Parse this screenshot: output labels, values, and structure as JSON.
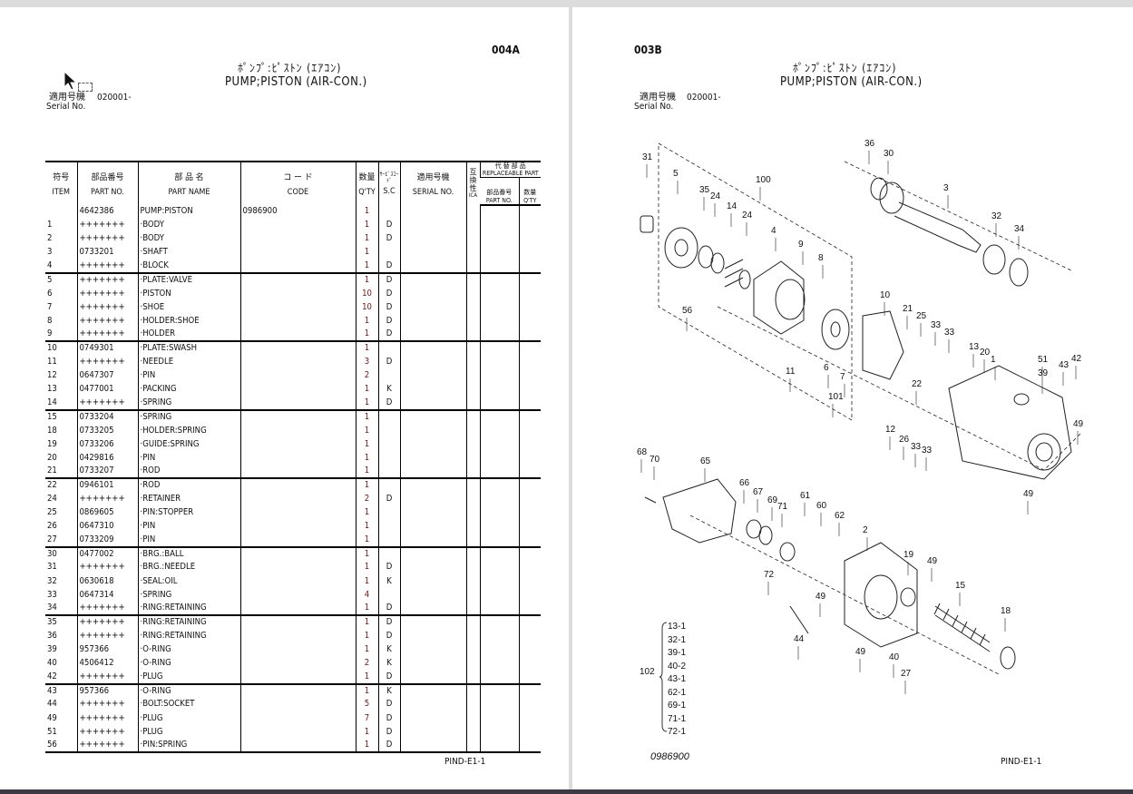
{
  "left_page": {
    "page_code": "004A",
    "title_jp": "ﾎﾟﾝﾌﾟ:ﾋﾟｽﾄﾝ (ｴｱｺﾝ)",
    "title_en": "PUMP;PISTON (AIR-CON.)",
    "serial_label_jp": "適用号機",
    "serial_value": "020001-",
    "serial_label_en": "Serial No.",
    "footer": "PIND-E1-1",
    "table": {
      "headers": {
        "item_jp": "符号",
        "item_en": "ITEM",
        "part_jp": "部品番号",
        "part_en": "PART NO.",
        "name_jp": "部 品 名",
        "name_en": "PART NAME",
        "code_jp": "コ ー ド",
        "code_en": "CODE",
        "qty_jp": "数量",
        "qty_en": "Q'TY",
        "sc_jp": "ｻｰﾋﾞｽｺｰﾄﾞ",
        "sc_en": "S.C",
        "serial_jp": "適用号機",
        "serial_en": "SERIAL NO.",
        "ica_jp": "互換性",
        "ica_en": "ICA",
        "rep_jp": "代 替 部 品",
        "rep_en": "REPLACEABLE PART",
        "rep_part_jp": "部品番号",
        "rep_part_en": "PART NO.",
        "rep_qty_jp": "数量",
        "rep_qty_en": "Q'TY"
      },
      "rows": [
        [
          "",
          "4642386",
          "PUMP:PISTON",
          "0986900",
          "1",
          ""
        ],
        [
          "1",
          "+++++++",
          "·BODY",
          "",
          "1",
          "D"
        ],
        [
          "2",
          "+++++++",
          "·BODY",
          "",
          "1",
          "D"
        ],
        [
          "3",
          "0733201",
          "·SHAFT",
          "",
          "1",
          ""
        ],
        [
          "4",
          "+++++++",
          "·BLOCK",
          "",
          "1",
          "D"
        ],
        [
          "5",
          "+++++++",
          "·PLATE:VALVE",
          "",
          "1",
          "D"
        ],
        [
          "6",
          "+++++++",
          "·PISTON",
          "",
          "10",
          "D"
        ],
        [
          "7",
          "+++++++",
          "·SHOE",
          "",
          "10",
          "D"
        ],
        [
          "8",
          "+++++++",
          "·HOLDER:SHOE",
          "",
          "1",
          "D"
        ],
        [
          "9",
          "+++++++",
          "·HOLDER",
          "",
          "1",
          "D"
        ],
        [
          "10",
          "0749301",
          "·PLATE:SWASH",
          "",
          "1",
          ""
        ],
        [
          "11",
          "+++++++",
          "·NEEDLE",
          "",
          "3",
          "D"
        ],
        [
          "12",
          "0647307",
          "·PIN",
          "",
          "2",
          ""
        ],
        [
          "13",
          "0477001",
          "·PACKING",
          "",
          "1",
          "K"
        ],
        [
          "14",
          "+++++++",
          "·SPRING",
          "",
          "1",
          "D"
        ],
        [
          "15",
          "0733204",
          "·SPRING",
          "",
          "1",
          ""
        ],
        [
          "18",
          "0733205",
          "·HOLDER:SPRING",
          "",
          "1",
          ""
        ],
        [
          "19",
          "0733206",
          "·GUIDE:SPRING",
          "",
          "1",
          ""
        ],
        [
          "20",
          "0429816",
          "·PIN",
          "",
          "1",
          ""
        ],
        [
          "21",
          "0733207",
          "·ROD",
          "",
          "1",
          ""
        ],
        [
          "22",
          "0946101",
          "·ROD",
          "",
          "1",
          ""
        ],
        [
          "24",
          "+++++++",
          "·RETAINER",
          "",
          "2",
          "D"
        ],
        [
          "25",
          "0869605",
          "·PIN:STOPPER",
          "",
          "1",
          ""
        ],
        [
          "26",
          "0647310",
          "·PIN",
          "",
          "1",
          ""
        ],
        [
          "27",
          "0733209",
          "·PIN",
          "",
          "1",
          ""
        ],
        [
          "30",
          "0477002",
          "·BRG.:BALL",
          "",
          "1",
          ""
        ],
        [
          "31",
          "+++++++",
          "·BRG.:NEEDLE",
          "",
          "1",
          "D"
        ],
        [
          "32",
          "0630618",
          "·SEAL:OIL",
          "",
          "1",
          "K"
        ],
        [
          "33",
          "0647314",
          "·SPRING",
          "",
          "4",
          ""
        ],
        [
          "34",
          "+++++++",
          "·RING:RETAINING",
          "",
          "1",
          "D"
        ],
        [
          "35",
          "+++++++",
          "·RING:RETAINING",
          "",
          "1",
          "D"
        ],
        [
          "36",
          "+++++++",
          "·RING:RETAINING",
          "",
          "1",
          "D"
        ],
        [
          "39",
          "957366",
          "·O-RING",
          "",
          "1",
          "K"
        ],
        [
          "40",
          "4506412",
          "·O-RING",
          "",
          "2",
          "K"
        ],
        [
          "42",
          "+++++++",
          "·PLUG",
          "",
          "1",
          "D"
        ],
        [
          "43",
          "957366",
          "·O-RING",
          "",
          "1",
          "K"
        ],
        [
          "44",
          "+++++++",
          "·BOLT:SOCKET",
          "",
          "5",
          "D"
        ],
        [
          "49",
          "+++++++",
          "·PLUG",
          "",
          "7",
          "D"
        ],
        [
          "51",
          "+++++++",
          "·PLUG",
          "",
          "1",
          "D"
        ],
        [
          "56",
          "+++++++",
          "·PIN:SPRING",
          "",
          "1",
          "D"
        ]
      ]
    }
  },
  "right_page": {
    "page_code": "003B",
    "title_jp": "ﾎﾟﾝﾌﾟ:ﾋﾟｽﾄﾝ (ｴｱｺﾝ)",
    "title_en": "PUMP;PISTON (AIR-CON.)",
    "serial_label_jp": "適用号機",
    "serial_value": "020001-",
    "serial_label_en": "Serial No.",
    "footer": "PIND-E1-1",
    "assembly_code": "0986900",
    "kit": {
      "label": "102",
      "items": [
        "13-1",
        "32-1",
        "39-1",
        "40-2",
        "43-1",
        "62-1",
        "69-1",
        "71-1",
        "72-1"
      ]
    },
    "callouts": [
      "31",
      "5",
      "100",
      "36",
      "30",
      "3",
      "35",
      "24",
      "14",
      "24",
      "4",
      "32",
      "34",
      "9",
      "8",
      "56",
      "10",
      "21",
      "25",
      "33",
      "33",
      "13",
      "20",
      "1",
      "51",
      "42",
      "43",
      "39",
      "11",
      "6",
      "7",
      "22",
      "101",
      "12",
      "26",
      "33",
      "33",
      "49",
      "68",
      "70",
      "65",
      "66",
      "67",
      "69",
      "71",
      "61",
      "60",
      "62",
      "2",
      "19",
      "49",
      "49",
      "72",
      "15",
      "18",
      "44",
      "49",
      "40",
      "27",
      "49"
    ]
  }
}
